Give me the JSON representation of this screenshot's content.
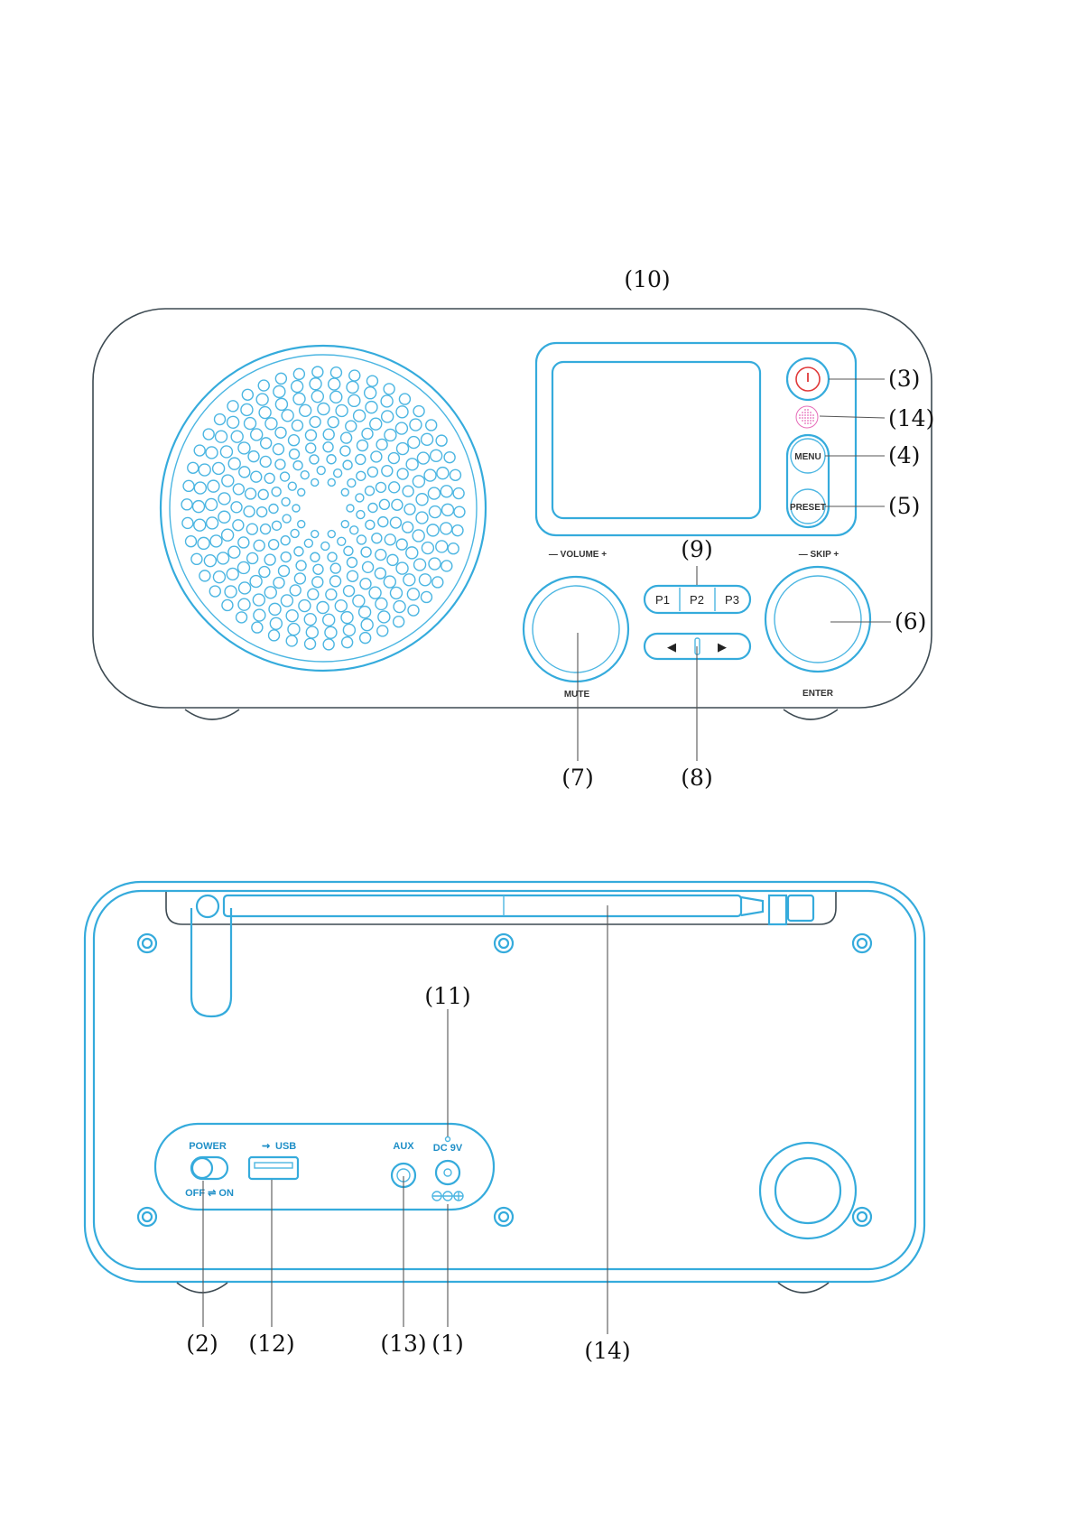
{
  "colors": {
    "line": "#35abdc",
    "power_red": "#e03a3a",
    "mic_pink": "#e66bb8",
    "body": "#3d4a52"
  },
  "front": {
    "volume_label": "— VOLUME +",
    "mute_label": "MUTE",
    "skip_label": "—  SKIP  +",
    "enter_label": "ENTER",
    "menu_label": "MENU",
    "preset_label": "PRESET",
    "preset_buttons": [
      "P1",
      "P2",
      "P3"
    ],
    "nav_left_icon": "◀",
    "nav_right_icon": "▶"
  },
  "rear": {
    "power_label": "POWER",
    "power_states": "OFF ⇌ ON",
    "usb_label": "USB",
    "aux_label": "AUX",
    "dc_label": "DC 9V",
    "polarity_icon": "polarity-symbol"
  },
  "callouts": {
    "c1": "(1)",
    "c2": "(2)",
    "c3": "(3)",
    "c4": "(4)",
    "c5": "(5)",
    "c6": "(6)",
    "c7": "(7)",
    "c8": "(8)",
    "c9": "(9)",
    "c10": "(10)",
    "c11": "(11)",
    "c12": "(12)",
    "c13": "(13)",
    "c14_front": "(14)",
    "c14_rear": "(14)"
  }
}
